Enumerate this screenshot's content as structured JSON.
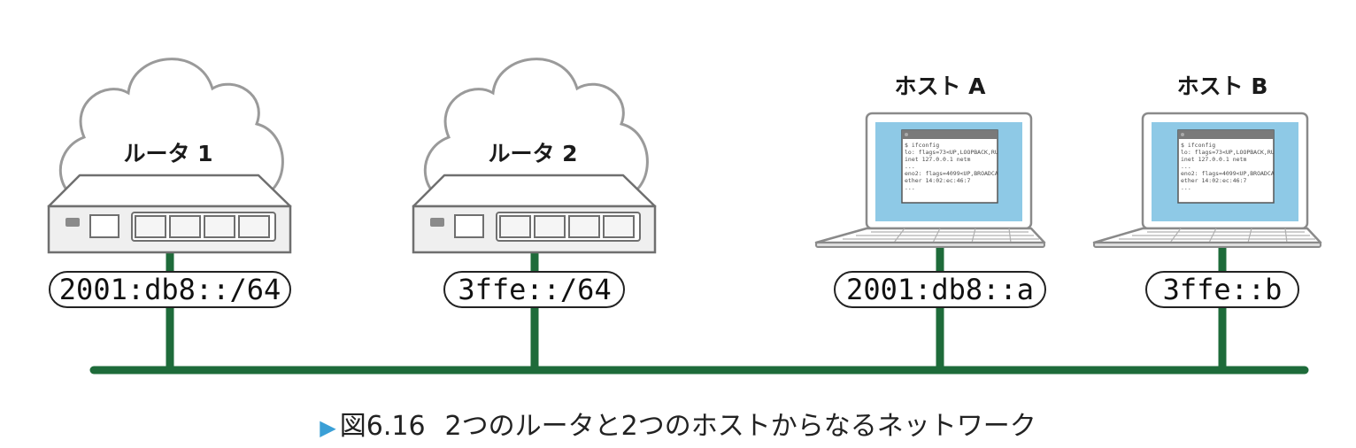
{
  "routers": [
    {
      "title": "ルータ 1",
      "address": "2001:db8::/64"
    },
    {
      "title": "ルータ 2",
      "address": "3ffe::/64"
    }
  ],
  "hosts": [
    {
      "title": "ホスト A",
      "address": "2001:db8::a"
    },
    {
      "title": "ホスト B",
      "address": "3ffe::b"
    }
  ],
  "terminal_lines": [
    "$ ifconfig",
    "lo: flags=73<UP,LOOPBACK,RU",
    "        inet 127.0.0.1  netm",
    "...",
    "eno2: flags=4099<UP,BROADCA",
    "        ether 14:02:ec:46:7",
    "..."
  ],
  "caption": {
    "marker": "▶",
    "figure_number": "図6.16",
    "text": "2つのルータと2つのホストからなるネットワーク"
  },
  "colors": {
    "network_line": "#1e6b3a",
    "cloud_stroke": "#9a9a9a",
    "screen_blue": "#8ec9e6",
    "marker_blue": "#3a9fd6"
  }
}
